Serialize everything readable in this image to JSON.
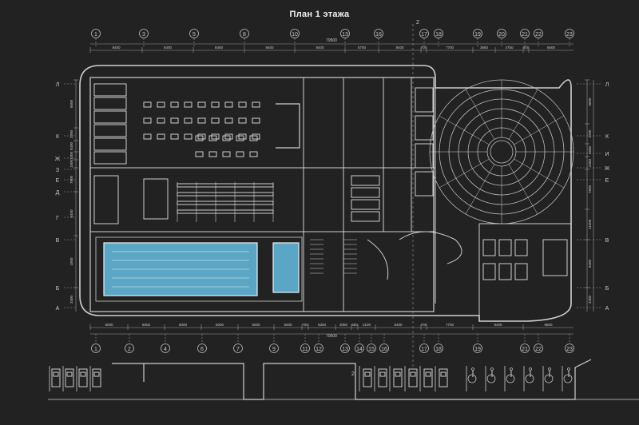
{
  "title": "План 1 этажа",
  "colors": {
    "background": "#222222",
    "lines": "#cfcfcf",
    "dim_lines": "#9a9a9a",
    "pool_fill": "#5aa6c4",
    "axis_markers": "#bdbdbd",
    "text": "#c8c8c8"
  },
  "axes_top": [
    "1",
    "3",
    "5",
    "8",
    "10",
    "13",
    "16",
    "17",
    "18",
    "19",
    "20",
    "21",
    "22",
    "23"
  ],
  "axes_bottom": [
    "1",
    "2",
    "4",
    "6",
    "7",
    "9",
    "11",
    "12",
    "13",
    "14",
    "15",
    "16",
    "17",
    "18",
    "19",
    "21",
    "22",
    "23"
  ],
  "axes_left": [
    "Л",
    "К",
    "З",
    "Ж",
    "Е",
    "Д",
    "Г",
    "В",
    "Б",
    "А"
  ],
  "axes_right": [
    "Л",
    "К",
    "И",
    "Ж",
    "Е",
    "В",
    "Б",
    "А"
  ],
  "marker_2": "2",
  "dims_top_total": "79500",
  "dims_top": [
    "8400",
    "8400",
    "8400",
    "8400",
    "8400",
    "5700",
    "8400",
    "700",
    "7700",
    "3650",
    "4750",
    "600",
    "6600"
  ],
  "dims_bottom_total": "79500",
  "dims_bottom": [
    "6000",
    "6000",
    "6000",
    "6000",
    "6000",
    "6000",
    "700",
    "5300",
    "3050",
    "550",
    "2100",
    "8400",
    "700",
    "7700",
    "8400",
    "6600"
  ],
  "dims_left": [
    "6600",
    "3300",
    "8400",
    "1300",
    "1500",
    "7800",
    "6450",
    "1800",
    "3400"
  ],
  "dims_right": [
    "6600",
    "2700",
    "2600",
    "2300",
    "7600",
    "11500",
    "8400",
    "3400"
  ],
  "parking": {
    "regular_count": 4,
    "regular_count_right": 6,
    "accessible_count": 6,
    "accessible_icon": "wheelchair-icon"
  }
}
